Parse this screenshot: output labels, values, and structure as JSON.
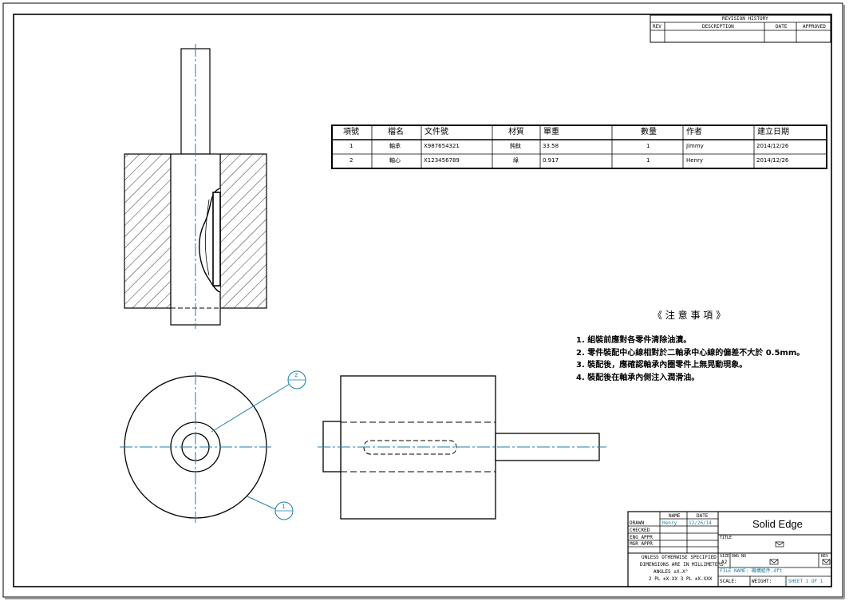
{
  "revision_block": {
    "title": "REVISION HISTORY",
    "columns": [
      "REV",
      "DESCRIPTION",
      "DATE",
      "APPROVED"
    ]
  },
  "bom": {
    "headers": [
      "項號",
      "檔名",
      "文件號",
      "材質",
      "單重",
      "數量",
      "作者",
      "建立日期"
    ],
    "rows": [
      [
        "1",
        "軸承",
        "X987654321",
        "鈍鈦",
        "33.58",
        "1",
        "Jimmy",
        "2014/12/26"
      ],
      [
        "2",
        "軸心",
        "X123456789",
        "綠",
        "0.917",
        "1",
        "Henry",
        "2014/12/26"
      ]
    ]
  },
  "notes": {
    "title": "《 注 意 事 項 》",
    "items": [
      "1. 組裝前應對各零件清除油漬。",
      "2. 零件裝配中心線相對於二軸承中心線的偏差不大於 0.5mm。",
      "3. 裝配後，應確認軸承內圈零件上無晃動現象。",
      "4. 裝配後在軸承內側注入潤滑油。"
    ]
  },
  "balloons": [
    "2",
    "1"
  ],
  "title_block": {
    "col_name": "NAME",
    "col_date": "DATE",
    "drawn_label": "DRAWN",
    "drawn_name": "Henry",
    "drawn_date": "12/26/14",
    "checked_label": "CHECKED",
    "eng_label": "ENG APPR",
    "mgr_label": "MGR APPR",
    "tolerance_lines": [
      "UNLESS OTHERWISE SPECIFIED",
      "DIMENSIONS ARE IN MILLIMETERS",
      "ANGLES ±X.X°",
      "2 PL ±X.XX  3 PL ±X.XXX"
    ],
    "company": "Solid Edge",
    "title_label": "TITLE",
    "size_label": "SIZE",
    "size_value": "A2",
    "dwg_label": "DWG NO",
    "rev_label": "REV",
    "file_name": "FILE NAME: 機構組件.dft",
    "scale_label": "SCALE:",
    "weight_label": "WEIGHT:",
    "sheet_label": "SHEET 1 OF 1"
  },
  "colors": {
    "line": "#000000",
    "centerline": "#1b80a6"
  }
}
